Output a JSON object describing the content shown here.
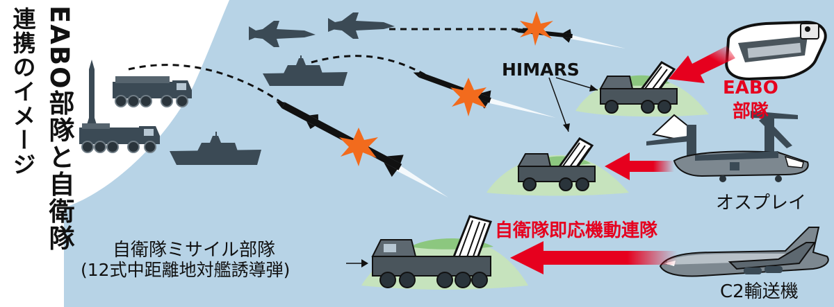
{
  "title": {
    "line1": "連携のイメージ",
    "line2": "EABO部隊と自衛隊"
  },
  "labels": {
    "himars": "HIMARS",
    "eabo_unit": "EABO\n部隊",
    "osprey": "オスプレイ",
    "rapid_regiment": "自衛隊即応機動連隊",
    "sdf_missile_unit": "自衛隊ミサイル部隊",
    "sdf_missile_type": "(12式中距離地対艦誘導弾)",
    "c2": "C2輸送機"
  },
  "colors": {
    "sea": "#b7d3e6",
    "red_arrow": "#e6001e",
    "explosion": "#f26b1d",
    "hill": "#c6e3bd",
    "hill_top": "#8cc77f",
    "vehicle": "#3b4a55",
    "text_red": "#e6001e"
  }
}
